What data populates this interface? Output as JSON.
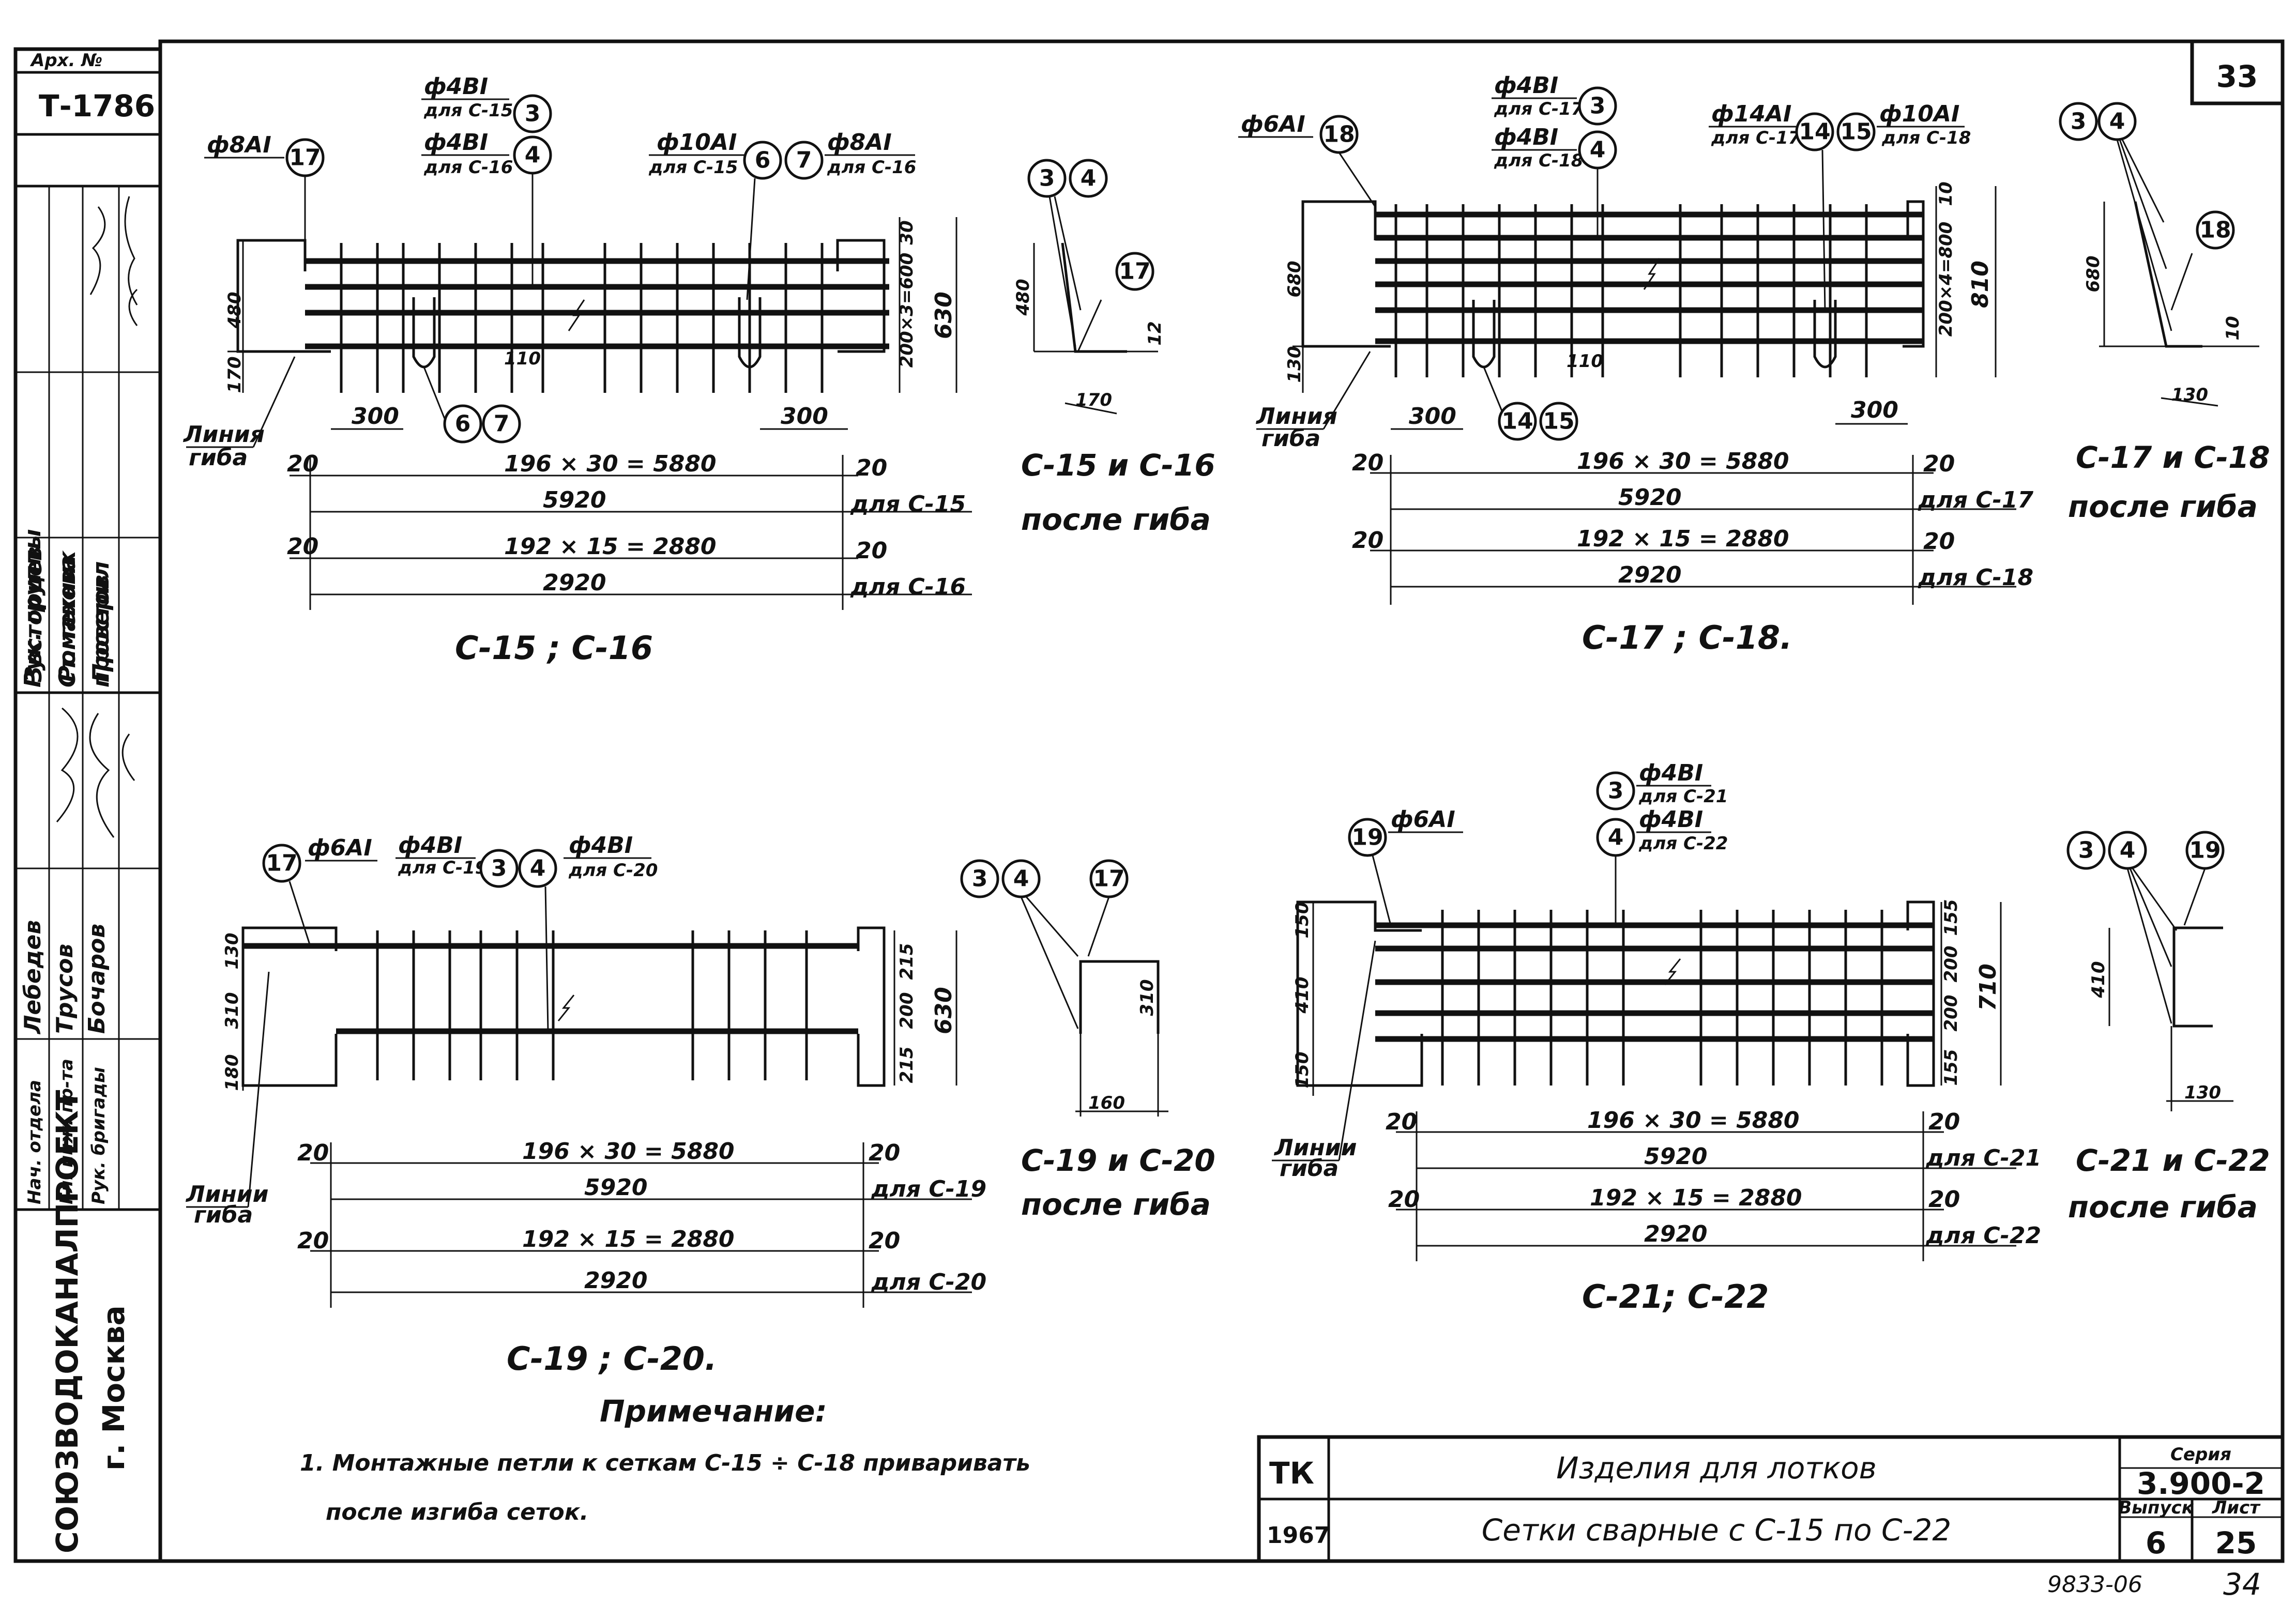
{
  "sheet": {
    "number": "33",
    "archive_label": "Арх. №",
    "archive_no": "Т-1786",
    "bottom_code": "9833-06",
    "bottom_page": "34"
  },
  "side": {
    "roles": [
      "Рук. группы",
      "Ст. техник",
      "Нач. отдела",
      "Гл. инж. пр-та",
      "Рук. бригады"
    ],
    "names": [
      "Звсторцев",
      "Романова",
      "Простов",
      "Лебедев",
      "Трусов",
      "Бочаров"
    ],
    "check": "проверил",
    "org": "СОЮЗВОДОКАНАЛПРОЕКТ",
    "city": "г. Москва"
  },
  "drawings": {
    "d1": {
      "title": "С-15 ; С-16",
      "after_bend": [
        "С-15 и С-16",
        "после гиба"
      ],
      "bar_left": "ф8АI",
      "bar3": "ф4ВI",
      "bar3_for": "для С-15",
      "bar4": "ф4ВI",
      "bar4_for": "для С-16",
      "bar6": "ф10АI",
      "bar6_for": "для С-15",
      "bar7": "ф8АI",
      "bar7_for": "для С-16",
      "c_left": "17",
      "c3": "3",
      "c4": "4",
      "c6": "6",
      "c7": "7",
      "bend_line": [
        "Линия",
        "гиба"
      ],
      "dim_480": "480",
      "dim_170": "170",
      "dim_110": "110",
      "dim_300": "300",
      "dim_300b": "300",
      "dim_30": "30",
      "dim_200x3": "200×3=600",
      "dim_630": "630",
      "row1": "196 × 30 = 5880",
      "row1_l": "20",
      "row1_r": "20",
      "row2": "5920",
      "row2_for": "для С-15",
      "row3": "192 × 15 = 2880",
      "row3_l": "20",
      "row3_r": "20",
      "row4": "2920",
      "row4_for": "для С-16",
      "side_c1": "3",
      "side_c2": "4",
      "side_c3": "17",
      "side_480": "480",
      "side_12": "12",
      "side_170": "170"
    },
    "d2": {
      "title": "С-17 ; С-18.",
      "after_bend": [
        "С-17 и С-18",
        "после гиба"
      ],
      "bar_left": "ф6АI",
      "bar3": "ф4ВI",
      "bar3_for": "для С-17",
      "bar4": "ф4ВI",
      "bar4_for": "для С-18",
      "bar14": "ф14АI",
      "bar14_for": "для С-17",
      "bar15": "ф10АI",
      "bar15_for": "для С-18",
      "c_left": "18",
      "c3": "3",
      "c4": "4",
      "c14": "14",
      "c15": "15",
      "bend_line": [
        "Линия",
        "гиба"
      ],
      "dim_680": "680",
      "dim_130": "130",
      "dim_110": "110",
      "dim_300": "300",
      "dim_300b": "300",
      "dim_10": "10",
      "dim_200x4": "200×4=800",
      "dim_810": "810",
      "row1": "196 × 30 = 5880",
      "row1_l": "20",
      "row1_r": "20",
      "row2": "5920",
      "row2_for": "для С-17",
      "row3": "192 × 15 = 2880",
      "row3_l": "20",
      "row3_r": "20",
      "row4": "2920",
      "row4_for": "для С-18",
      "side_c1": "3",
      "side_c2": "4",
      "side_c3": "18",
      "side_680": "680",
      "side_10": "10",
      "side_130": "130"
    },
    "d3": {
      "title": "С-19 ; С-20.",
      "after_bend": [
        "С-19 и С-20",
        "после гиба"
      ],
      "bar_left": "ф6АI",
      "bar3": "ф4ВI",
      "bar3_for": "для С-19",
      "bar4": "ф4ВI",
      "bar4_for": "для С-20",
      "c_left": "17",
      "c3": "3",
      "c4": "4",
      "bend_line": [
        "Линии",
        "гиба"
      ],
      "dim_130": "130",
      "dim_310": "310",
      "dim_180": "180",
      "dim_215": "215",
      "dim_200": "200",
      "dim_215b": "215",
      "dim_630": "630",
      "row1": "196 × 30 = 5880",
      "row1_l": "20",
      "row1_r": "20",
      "row2": "5920",
      "row2_for": "для С-19",
      "row3": "192 × 15 = 2880",
      "row3_l": "20",
      "row3_r": "20",
      "row4": "2920",
      "row4_for": "для С-20",
      "side_c1": "3",
      "side_c2": "4",
      "side_c3": "17",
      "side_310": "310",
      "side_160": "160"
    },
    "d4": {
      "title": "С-21; С-22",
      "after_bend": [
        "С-21 и С-22",
        "после гиба"
      ],
      "bar_left": "ф6АI",
      "bar3": "ф4ВI",
      "bar3_for": "для С-21",
      "bar4": "ф4ВI",
      "bar4_for": "для С-22",
      "c_left": "19",
      "c3": "3",
      "c4": "4",
      "bend_line": [
        "Линии",
        "гиба"
      ],
      "dim_150": "150",
      "dim_410": "410",
      "dim_150b": "150",
      "dim_155": "155",
      "dim_200": "200",
      "dim_200b": "200",
      "dim_155b": "155",
      "dim_710": "710",
      "row1": "196 × 30 = 5880",
      "row1_l": "20",
      "row1_r": "20",
      "row2": "5920",
      "row2_for": "для С-21",
      "row3": "192 × 15 = 2880",
      "row3_l": "20",
      "row3_r": "20",
      "row4": "2920",
      "row4_for": "для С-22",
      "side_c1": "3",
      "side_c2": "4",
      "side_c3": "19",
      "side_410": "410",
      "side_130": "130"
    }
  },
  "note": {
    "title": "Примечание:",
    "line1": "1. Монтажные петли к сеткам С-15 ÷ С-18 приваривать",
    "line2": "после изгиба сеток."
  },
  "title_block": {
    "tk": "ТК",
    "year": "1967",
    "name1": "Изделия для лотков",
    "name2": "Сетки сварные с  С-15   по   С-22",
    "series_label": "Серия",
    "series": "3.900-2",
    "issue_label": "Выпуск",
    "issue": "6",
    "sheet_label": "Лист",
    "sheet": "25"
  }
}
